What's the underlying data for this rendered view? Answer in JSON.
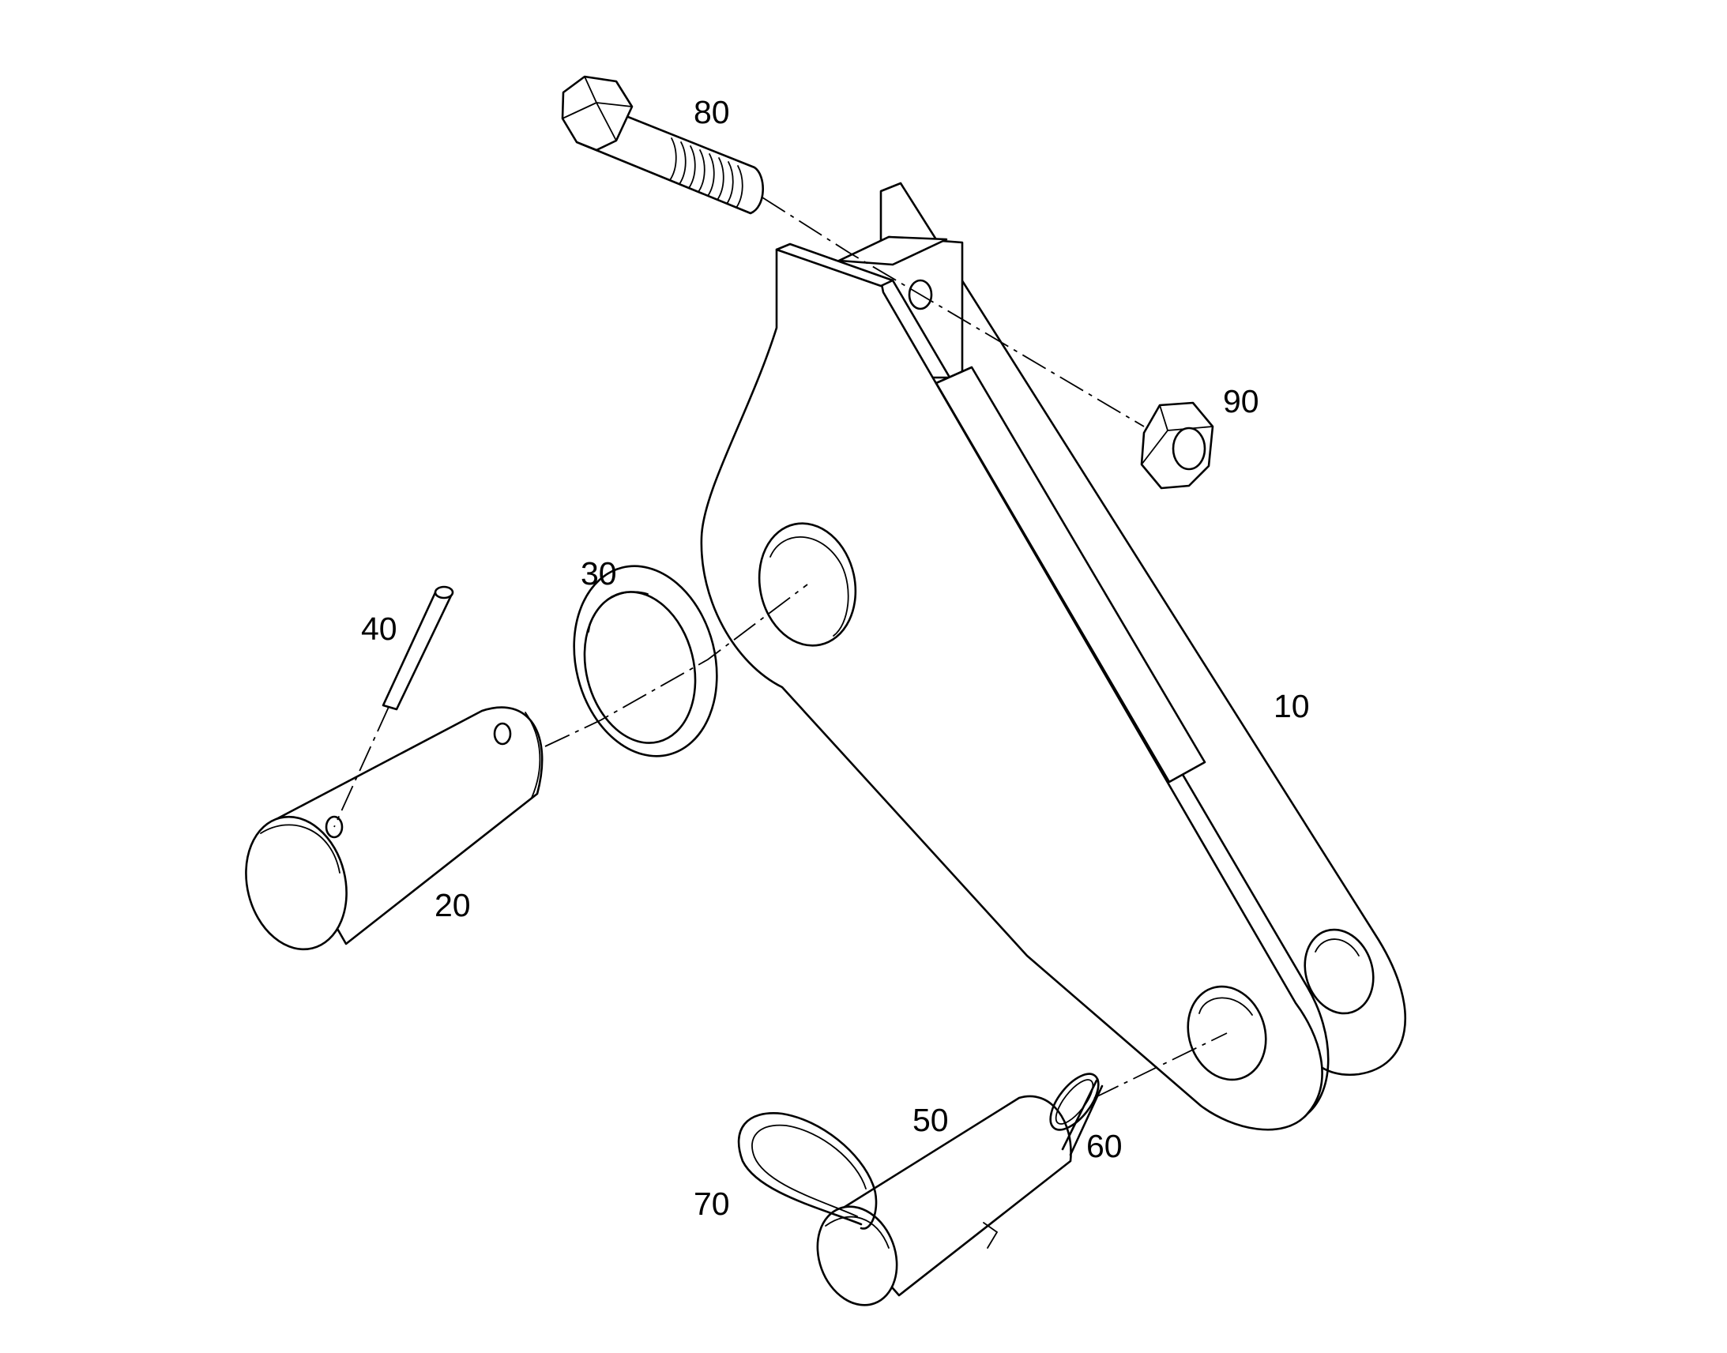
{
  "diagram": {
    "type": "exploded parts view",
    "callouts": {
      "arm": "10",
      "main_pin": "20",
      "washer": "30",
      "roll_pin": "40",
      "lower_pin": "50",
      "lynch_ring": "60",
      "retaining_clip": "70",
      "bolt": "80",
      "nut": "90"
    }
  }
}
